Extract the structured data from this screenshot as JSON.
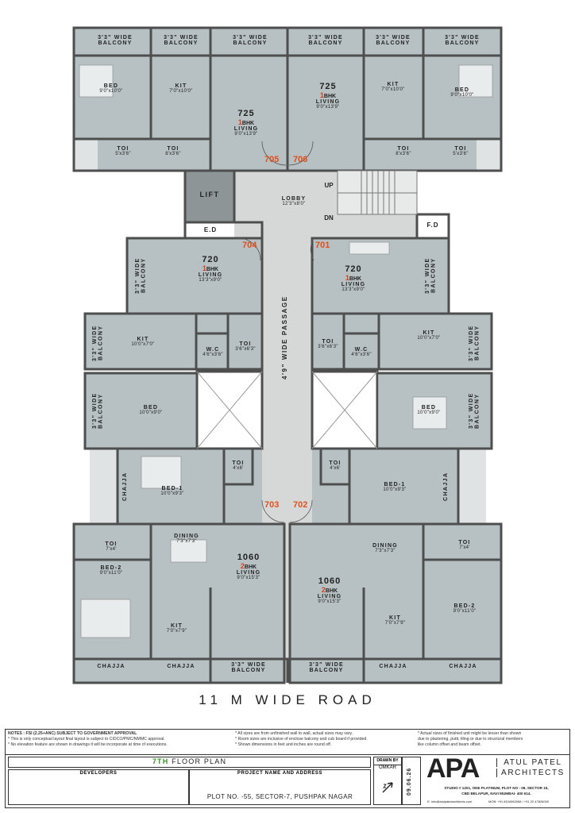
{
  "road_label": "11 M WIDE ROAD",
  "units": [
    "705",
    "706",
    "704",
    "701",
    "703",
    "702"
  ],
  "upper_flats": {
    "area": "725",
    "bhk_num": "1",
    "bhk": "BHK",
    "living_name": "LIVING",
    "living_dim": "9'0\"x13'9\"",
    "bed_name": "BED",
    "bed_dim": "9'0\"x10'0\"",
    "kit_name": "KIT",
    "kit_dim": "7'0\"x10'0\"",
    "toi_name": "TOI",
    "toi_a_dim": "5'x3'6\"",
    "toi_b_dim": "8'x3'6\""
  },
  "balcony_label": [
    "3'3\" WIDE",
    "BALCONY"
  ],
  "lift_label": "LIFT",
  "lobby": {
    "name": "LOBBY",
    "dim": "12'3\"x8'0\""
  },
  "stair": {
    "up": "UP",
    "dn": "DN"
  },
  "ed_label": "E.D",
  "fd_label": "F.D",
  "passage_label": "4'9\" WIDE PASSAGE",
  "mid_flats": {
    "area": "720",
    "bhk_num": "1",
    "bhk": "BHK",
    "living_name": "LIVING",
    "living_dim": "13'3\"x9'0\"",
    "kit_name": "KIT",
    "kit_dim": "10'0\"x7'0\"",
    "wc_name": "W.C",
    "wc_dim": "4'6\"x3'6\"",
    "toi_name": "TOI",
    "toi_left_dim": "3'6\"x6'3\"",
    "toi_right_dim": "3'6\"x6'3\"",
    "bed_name": "BED",
    "bed_dim": "10'0\"x9'0\""
  },
  "lower_flats": {
    "area": "1060",
    "bhk_num": "2",
    "bhk": "BHK",
    "living_name": "LIVING",
    "living_dim": "9'0\"x15'3\"",
    "bed1_name": "BED-1",
    "bed1_left_dim": "10'0\"x9'3\"",
    "bed1_right_dim": "10'0\"x9'3\"",
    "bed2_name": "BED-2",
    "bed2_dim": "9'0\"x11'0\"",
    "dining_name": "DINING",
    "dining_dim": "7'3\"x7'3\"",
    "kit_name": "KIT",
    "kit_dim": "7'0\"x7'9\"",
    "toi_name": "TOI",
    "toi_small_dim": "4'x6'",
    "toi_bath_dim": "7'x4'"
  },
  "chajja_label": "CHAJJA",
  "notes": {
    "col1": [
      "NOTES : FSI (2.25+ANC) SUBJECT TO GOVERNMENT APPROVAL",
      "* This is only conceptual layout final layout is subject to CIDCO/PMC/NMMC approval.",
      "* No elevation feature are shown in drawings it will be incorporate at time of executions."
    ],
    "col2": [
      "* All sizes are from unfinished wall to wall, actual sizes may vary.",
      "* Room sizes are inclusive of enclose balcony and cub board if provided.",
      "* Shown dimensions in feet and inches are round off."
    ],
    "col3": [
      "* Actual sizes of finished unit might be lesser than shown",
      "due to plastering, putti, tiling or due to structural members",
      "like column offset and beam offset."
    ]
  },
  "title_block": {
    "floor_num": "7TH",
    "floor_rest": " FLOOR PLAN",
    "developers": "DEVELOPERS",
    "project": "PROJECT NAME AND ADDRESS",
    "address": "PLOT NO. -55, SECTOR-7, PUSHPAK NAGAR",
    "drawn_by_label": "DRAWN BY",
    "drawn_by": "OMKAR",
    "date": "09.06.26"
  },
  "firm": {
    "logo": "APA",
    "name1": "ATUL PATEL",
    "name2": "ARCHITECTS",
    "addr1": "STUDIO # 1201, ONE PLATINUM, PLOT NO - 08, SECTOR 15,",
    "addr2": "CBD BELAPUR, NAVI MUMBAI- 400 614.",
    "email": "E: info@atulpatelarchitects.com",
    "phone": "MOB: +91 8104962068 / +91 22 47826000"
  },
  "colors": {
    "room": "#b7c0c2",
    "wall": "#4e4e4e",
    "accent": "#e0501c",
    "passage": "#d6d8d8"
  }
}
